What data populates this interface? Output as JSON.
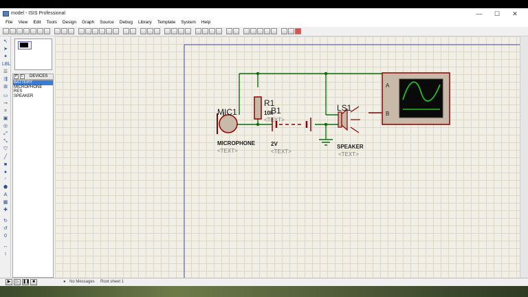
{
  "window": {
    "title": "model - ISIS Professional",
    "minimize": "—",
    "maximize": "☐",
    "close": "✕"
  },
  "menu": [
    "File",
    "View",
    "Edit",
    "Tools",
    "Design",
    "Graph",
    "Source",
    "Debug",
    "Library",
    "Template",
    "System",
    "Help"
  ],
  "picker": {
    "p_label": "P",
    "l_label": "L",
    "header": "DEVICES"
  },
  "devices": [
    {
      "label": "BATTERY",
      "selected": true
    },
    {
      "label": "MICROPHONE",
      "selected": false
    },
    {
      "label": "RES",
      "selected": false
    },
    {
      "label": "SPEAKER",
      "selected": false
    }
  ],
  "schematic": {
    "mic": {
      "ref": "MIC1",
      "type": "MICROPHONE",
      "text": "<TEXT>"
    },
    "resistor": {
      "ref": "R1",
      "value": "10k",
      "text": "<TEXT>"
    },
    "battery": {
      "ref": "B1",
      "value": "2V",
      "text": "<TEXT>"
    },
    "speaker": {
      "ref": "LS1",
      "type": "SPEAKER",
      "text": "<TEXT>"
    },
    "scope": {
      "channel_a": "A",
      "channel_b": "B"
    }
  },
  "status": {
    "messages": "No Messages",
    "sheet": "Root sheet 1"
  },
  "colors": {
    "wire": "#0a6b0a",
    "component": "#8b0000",
    "junction": "#0a6b0a",
    "label": "#1a1a1a",
    "placeholder": "#7a7a7a",
    "sheet_border": "#4a4ab0"
  }
}
